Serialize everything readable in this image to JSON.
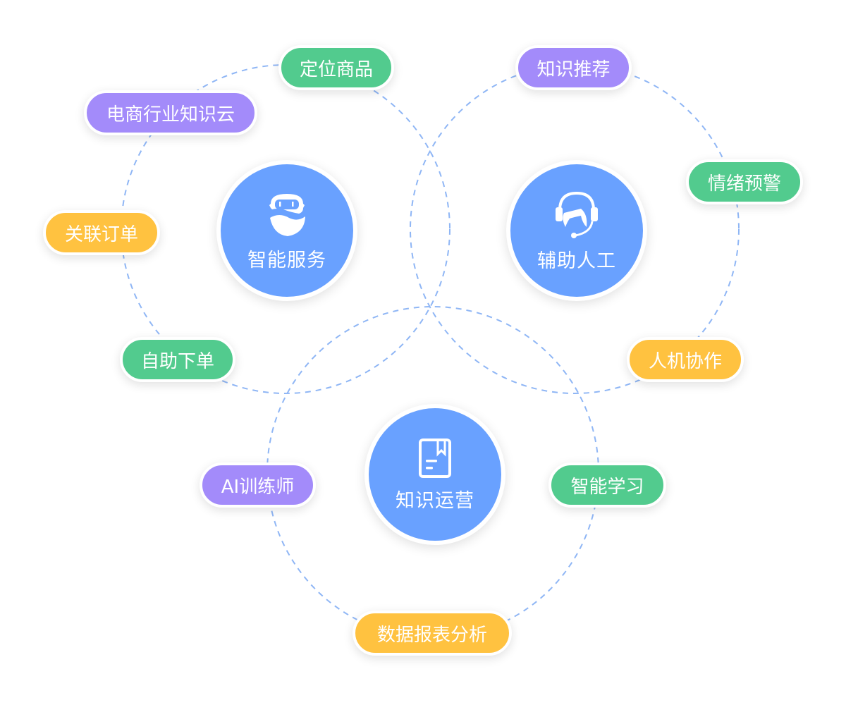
{
  "colors": {
    "hub": "#69a1ff",
    "green": "#52cb8e",
    "purple": "#a38bfa",
    "yellow": "#ffc240",
    "ring": "#8fb6f5"
  },
  "hubs": [
    {
      "label": "智能服务",
      "icon": "robot-icon"
    },
    {
      "label": "辅助人工",
      "icon": "headset-agent-icon"
    },
    {
      "label": "知识运营",
      "icon": "book-icon"
    }
  ],
  "tags": [
    {
      "label": "定位商品",
      "color": "green"
    },
    {
      "label": "电商行业知识云",
      "color": "purple"
    },
    {
      "label": "关联订单",
      "color": "yellow"
    },
    {
      "label": "自助下单",
      "color": "green"
    },
    {
      "label": "知识推荐",
      "color": "purple"
    },
    {
      "label": "情绪预警",
      "color": "green"
    },
    {
      "label": "人机协作",
      "color": "yellow"
    },
    {
      "label": "AI训练师",
      "color": "purple"
    },
    {
      "label": "智能学习",
      "color": "green"
    },
    {
      "label": "数据报表分析",
      "color": "yellow"
    }
  ]
}
